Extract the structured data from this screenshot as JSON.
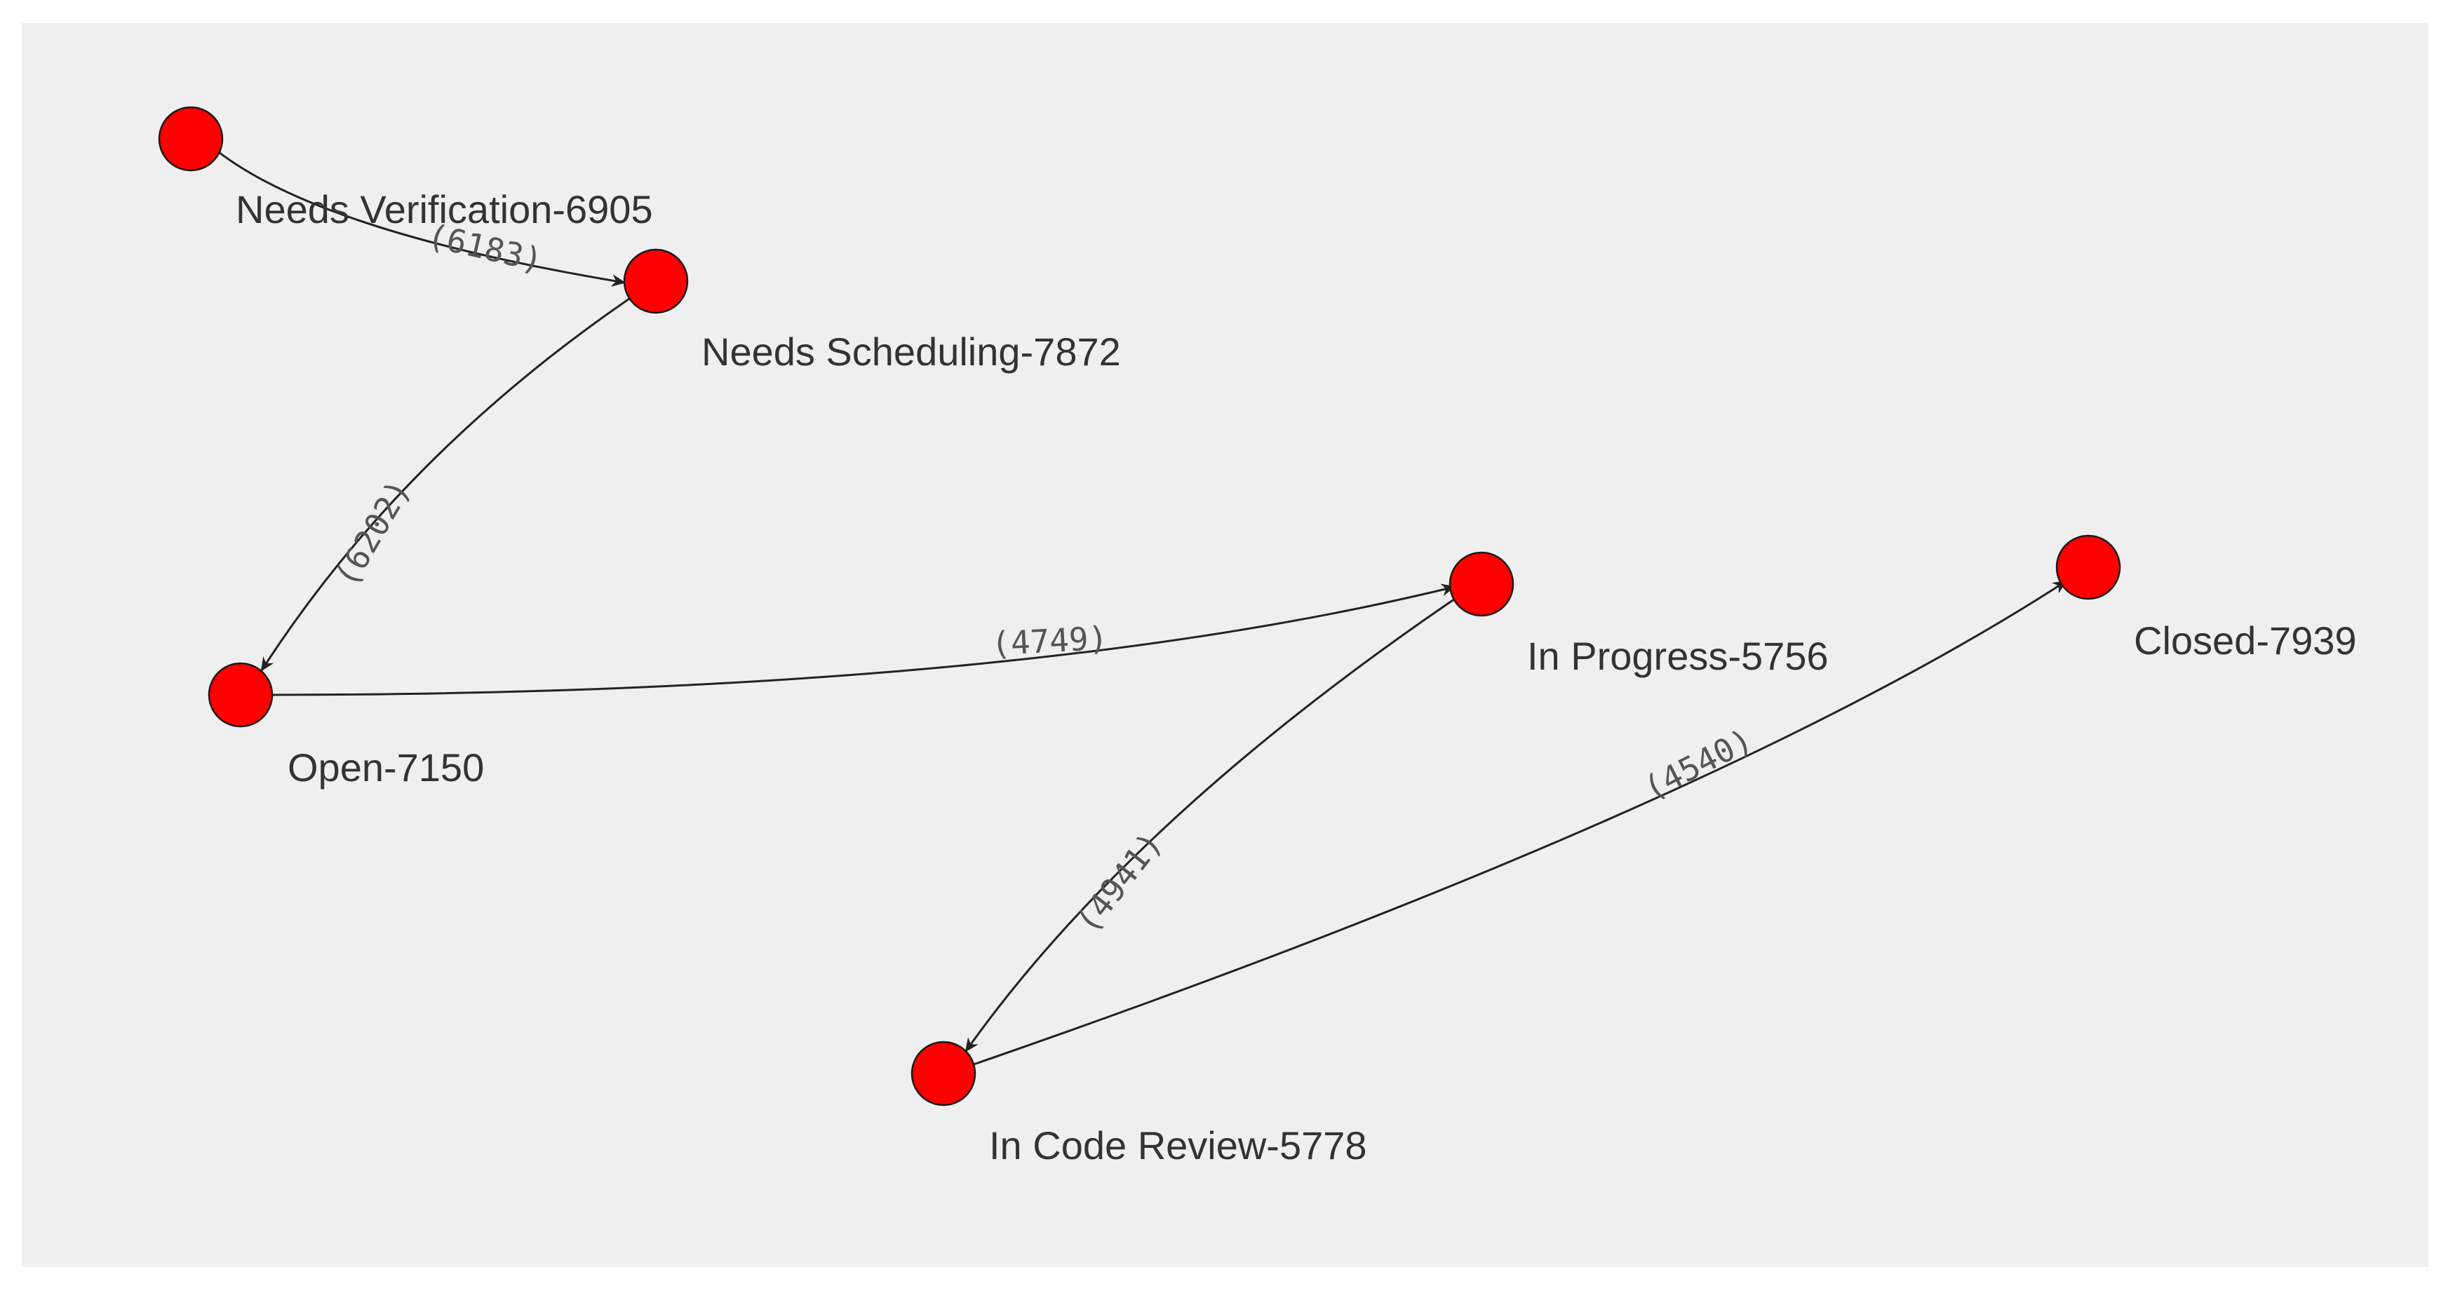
{
  "colors": {
    "background": "#efefef",
    "node_fill": "#ff0000",
    "node_stroke": "#1a1a1a",
    "edge": "#222222",
    "node_label": "#333333",
    "edge_label": "#555555"
  },
  "nodes": [
    {
      "id": "needs-verification",
      "label": "Needs Verification-6905"
    },
    {
      "id": "needs-scheduling",
      "label": "Needs Scheduling-7872"
    },
    {
      "id": "open",
      "label": "Open-7150"
    },
    {
      "id": "in-progress",
      "label": "In Progress-5756"
    },
    {
      "id": "closed",
      "label": "Closed-7939"
    },
    {
      "id": "in-code-review",
      "label": "In Code Review-5778"
    }
  ],
  "edges": [
    {
      "id": "e1",
      "source": "needs-verification",
      "target": "needs-scheduling",
      "label": "(6183)"
    },
    {
      "id": "e2",
      "source": "needs-scheduling",
      "target": "open",
      "label": "(6202)"
    },
    {
      "id": "e3",
      "source": "open",
      "target": "in-progress",
      "label": "(4749)"
    },
    {
      "id": "e4",
      "source": "in-progress",
      "target": "in-code-review",
      "label": "(4941)"
    },
    {
      "id": "e5",
      "source": "in-code-review",
      "target": "closed",
      "label": "(4540)"
    }
  ]
}
